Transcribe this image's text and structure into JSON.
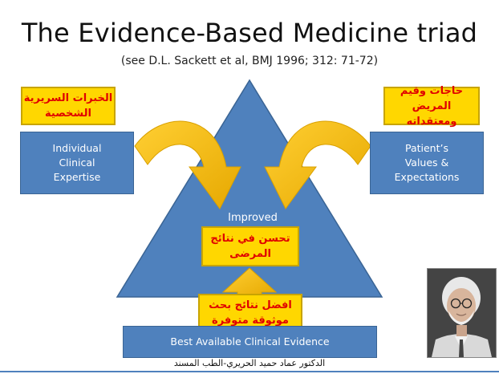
{
  "slide": {
    "title": "The Evidence-Based Medicine triad",
    "subtitle": "(see D.L. Sackett et al, BMJ 1996; 312: 71-72)"
  },
  "left_box": {
    "lines": [
      "Individual",
      "Clinical",
      "Expertise"
    ],
    "arabic_lines": [
      "الخبرات السريرية",
      "الشخصية"
    ]
  },
  "right_box": {
    "lines": [
      "Patient’s",
      "Values &",
      "Expectations"
    ],
    "arabic_lines": [
      "حاجات وقيم",
      "المريض ومعتقداته"
    ]
  },
  "center": {
    "improved_label": "Improved",
    "arabic_lines": [
      "تحسن في نتائج",
      "المرضى"
    ]
  },
  "bottom_box": {
    "label": "Best Available Clinical Evidence",
    "arabic_lines": [
      "افضل نتائج بحث",
      "موثوقة متوفرة"
    ]
  },
  "footer": {
    "credit": "الدكتور عماد حميد الحريري-الطب المسند"
  },
  "colors": {
    "blue": "#4f81bd",
    "arrow_yellow": "#ffc000",
    "box_yellow": "#ffd700",
    "arabic_red": "#e00000"
  }
}
